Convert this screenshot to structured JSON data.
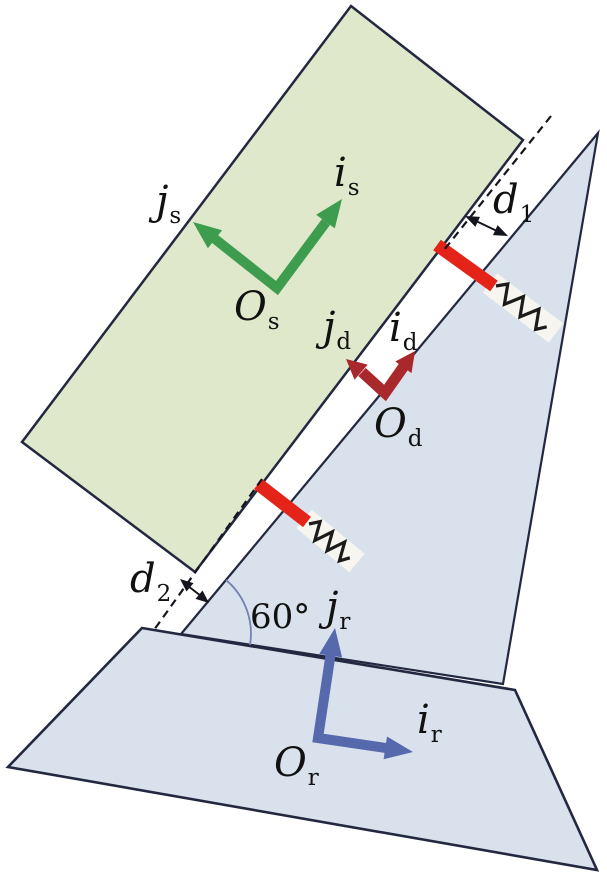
{
  "figure_type": "mechanical-schematic",
  "angle_label": "60°",
  "frames": {
    "s": {
      "origin_main": "O",
      "origin_sub": "s",
      "i_main": "i",
      "i_sub": "s",
      "j_main": "j",
      "j_sub": "s",
      "color": "#3d9c4e"
    },
    "d": {
      "origin_main": "O",
      "origin_sub": "d",
      "i_main": "i",
      "i_sub": "d",
      "j_main": "j",
      "j_sub": "d",
      "color": "#a8282c"
    },
    "r": {
      "origin_main": "O",
      "origin_sub": "r",
      "i_main": "i",
      "i_sub": "r",
      "j_main": "j",
      "j_sub": "r",
      "color": "#5569ac"
    }
  },
  "measurements": {
    "d1_main": "d",
    "d1_sub": "1",
    "d2_main": "d",
    "d2_sub": "2"
  },
  "colors": {
    "plate_fill": "#dfe8ca",
    "surface_fill": "#d8e1ec",
    "outline": "#232840",
    "axis_s": "#3d9c4e",
    "axis_d": "#a8282c",
    "axis_r": "#5569ac",
    "bar_red": "#e42418",
    "spring": "#1b1b1b",
    "spring_strip": "#f7f5f0",
    "dash": "#15151f",
    "arc": "#7383b7",
    "label": "#111111"
  }
}
